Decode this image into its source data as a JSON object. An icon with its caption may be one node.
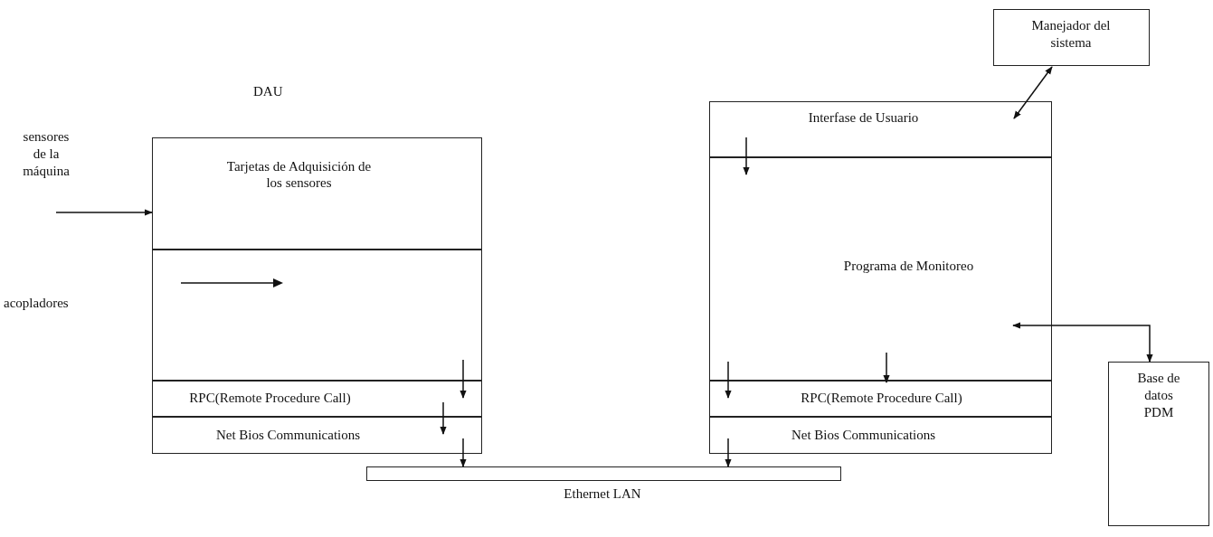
{
  "diagram": {
    "nodes": [
      {
        "text": [],
        "shape": "box"
      },
      {
        "text": [
          "Tarjetas de Adquisición de los sensores"
        ],
        "in": 0
      },
      {
        "text": [],
        "shape": "box",
        "in": 0
      },
      {
        "text": [
          "RPC(Remote Procedure Call)"
        ],
        "in": 0
      },
      {
        "text": [
          "Net Bios Communications"
        ],
        "in": 0
      },
      {
        "text": [
          "sensores de la máquina"
        ]
      },
      {
        "text": [],
        "shape": "box"
      },
      {
        "text": [
          "Interfase de Usuario"
        ],
        "in": 6
      },
      {
        "text": [
          "Programa de Monitoreo"
        ],
        "in": 6
      },
      {
        "text": [
          "RPC(Remote Procedure Call)"
        ],
        "in": 6
      },
      {
        "text": [
          "Net Bios Communications"
        ],
        "in": 6
      },
      {
        "text": [
          "Manejador del sistema"
        ]
      },
      {
        "text": [
          "Base de datos PDM"
        ]
      },
      {
        "text": [
          "Ethernet LAN"
        ]
      }
    ],
    "edges": [
      {
        "from": 5,
        "to": 1,
        "arrow": "to"
      },
      {
        "from": 2,
        "to": 3,
        "arrow": "to"
      },
      {
        "from": 3,
        "to": 4,
        "arrow": "to"
      },
      {
        "from": 4,
        "to": 13,
        "arrow": "to"
      },
      {
        "from": 11,
        "to": 7,
        "arrow": "both"
      },
      {
        "from": 7,
        "to": 8,
        "arrow": "to"
      },
      {
        "from": 8,
        "to": 9,
        "arrow": "to"
      },
      {
        "from": 8,
        "to": 9,
        "arrow": "to"
      },
      {
        "from": 10,
        "to": 13,
        "arrow": "to"
      },
      {
        "from": 8,
        "to": 12,
        "arrow": "both"
      }
    ],
    "labels": [
      "DAU",
      "acopladores"
    ]
  }
}
